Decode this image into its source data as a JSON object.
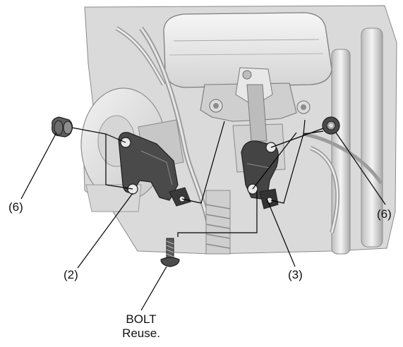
{
  "callouts": {
    "left_6": "(6)",
    "right_6": "(6)",
    "part_2": "(2)",
    "part_3": "(3)",
    "bolt_line1": "BOLT",
    "bolt_line2": "Reuse."
  },
  "colors": {
    "background": "#ffffff",
    "engine_light": "#e6e6e6",
    "engine_mid": "#bdbdbd",
    "engine_dark": "#7a7a7a",
    "part_dark": "#3c3c3c",
    "leader": "#000000"
  }
}
